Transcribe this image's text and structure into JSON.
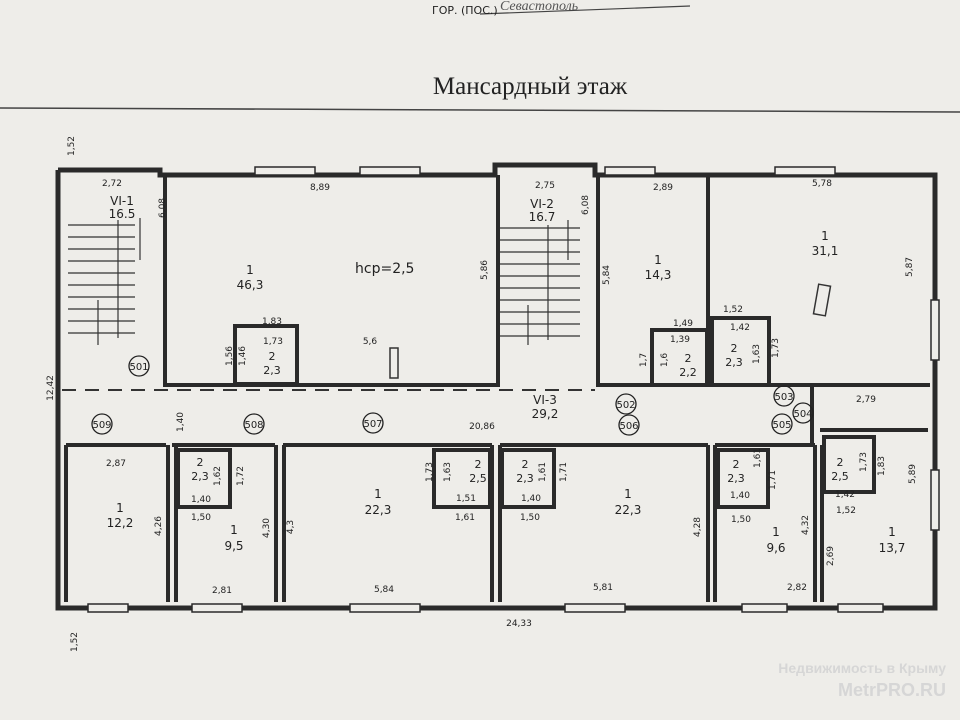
{
  "header": {
    "city_label": "ГОР. (ПОС.)",
    "city_value": "Севастополь",
    "floor_title": "Мансардный этаж"
  },
  "rooms": [
    {
      "id": "vi1",
      "number": "VI-1",
      "area": "16.5"
    },
    {
      "id": "r1a",
      "number": "1",
      "area": "46,3"
    },
    {
      "id": "r2a",
      "number": "2",
      "area": "2,3"
    },
    {
      "id": "vi2",
      "number": "VI-2",
      "area": "16.7"
    },
    {
      "id": "r1b",
      "number": "1",
      "area": "14,3"
    },
    {
      "id": "r2b",
      "number": "2",
      "area": "2,2"
    },
    {
      "id": "r2c",
      "number": "2",
      "area": "2,3"
    },
    {
      "id": "r1c",
      "number": "1",
      "area": "31,1"
    },
    {
      "id": "vi3",
      "number": "VI-3",
      "area": "29,2"
    },
    {
      "id": "r1d",
      "number": "1",
      "area": "12,2"
    },
    {
      "id": "r2d",
      "number": "2",
      "area": "2,3"
    },
    {
      "id": "r1e",
      "number": "1",
      "area": "9,5"
    },
    {
      "id": "r1f",
      "number": "1",
      "area": "22,3"
    },
    {
      "id": "r2f",
      "number": "2",
      "area": "2,5"
    },
    {
      "id": "r2g",
      "number": "2",
      "area": "2,3"
    },
    {
      "id": "r1g",
      "number": "1",
      "area": "22,3"
    },
    {
      "id": "r2h",
      "number": "2",
      "area": "2,3"
    },
    {
      "id": "r1h",
      "number": "1",
      "area": "9,6"
    },
    {
      "id": "r2i",
      "number": "2",
      "area": "2,5"
    },
    {
      "id": "r1i",
      "number": "1",
      "area": "13,7"
    }
  ],
  "height_note": "hср=2,5",
  "unit_numbers": [
    "501",
    "502",
    "503",
    "504",
    "505",
    "506",
    "507",
    "508",
    "509"
  ],
  "dimensions": [
    "1,52",
    "2,72",
    "8,89",
    "2,75",
    "2,89",
    "5,78",
    "6,08",
    "6,08",
    "5,86",
    "5,84",
    "5,87",
    "1,83",
    "1,73",
    "1,56",
    "1,46",
    "5,6",
    "1,49",
    "1,39",
    "1,7",
    "1,6",
    "1,52",
    "1,42",
    "1,63",
    "1,73",
    "12,42",
    "1,40",
    "20,86",
    "2,79",
    "2,87",
    "4,26",
    "1,62",
    "1,72",
    "1,40",
    "1,50",
    "4,30",
    "2,81",
    "4,3",
    "1,73",
    "1,63",
    "1,51",
    "1,61",
    "5,84",
    "1,61",
    "1,71",
    "1,40",
    "1,50",
    "4,28",
    "5,81",
    "1,61",
    "1,71",
    "1,40",
    "1,50",
    "4,32",
    "2,82",
    "1,73",
    "1,83",
    "1,42",
    "1,52",
    "5,89",
    "2,69",
    "24,33",
    "1,52"
  ],
  "watermark": {
    "line1": "Недвижимость в Крыму",
    "line2": "MetrPRO.RU"
  }
}
